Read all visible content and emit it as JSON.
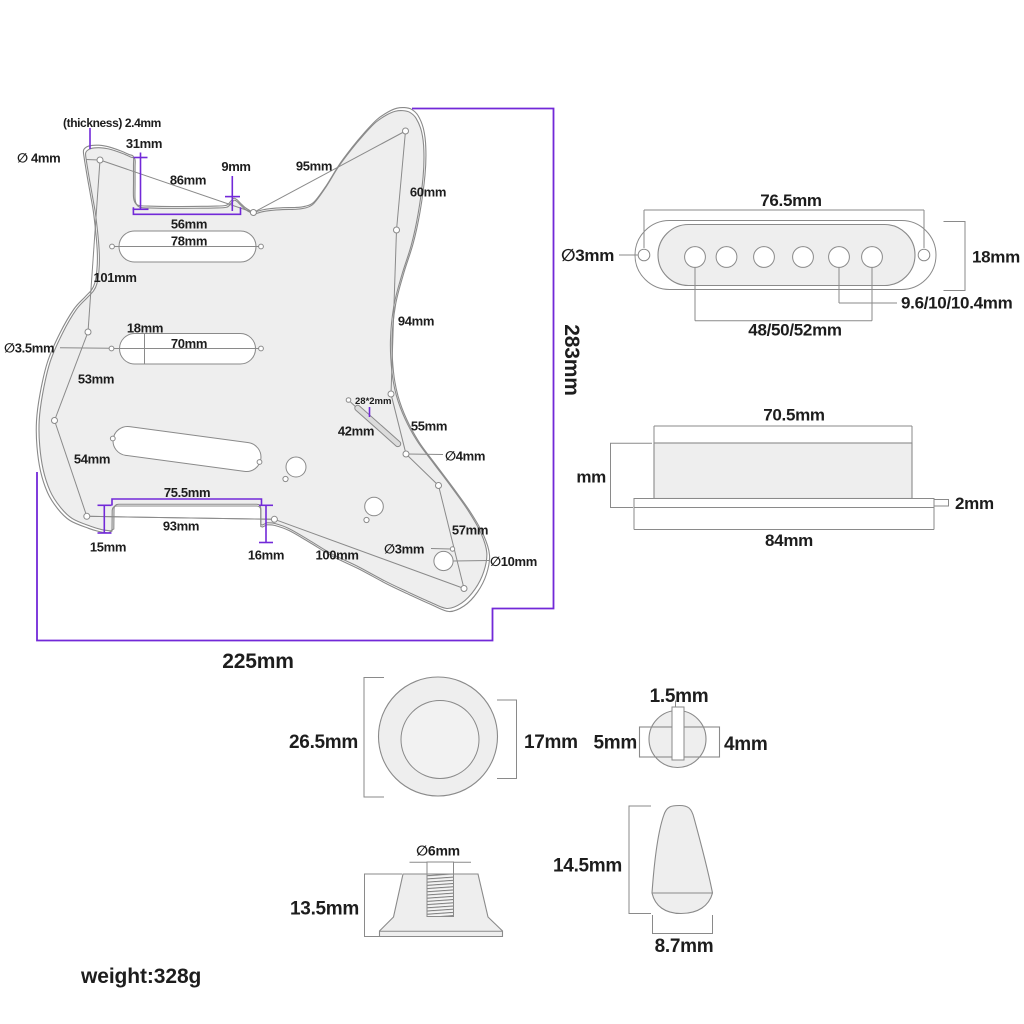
{
  "colors": {
    "purple": "#7229d8",
    "line": "#8a8a8a",
    "guard_fill": "#eeeeee",
    "inner_fill": "#f2f2f2",
    "slot_fill": "#dcdcdc",
    "ink": "#1d1d1d",
    "background": "#ffffff"
  },
  "pickguard": {
    "thickness": "(thickness) 2.4mm",
    "top_hole_dia": "∅ 4mm",
    "d31": "31mm",
    "d86": "86mm",
    "d9": "9mm",
    "d95": "95mm",
    "d60": "60mm",
    "d56": "56mm",
    "d78": "78mm",
    "d101": "101mm",
    "d94": "94mm",
    "mid_hole_dia": "∅3.5mm",
    "d18": "18mm",
    "d70": "70mm",
    "d53": "53mm",
    "d54": "54mm",
    "switch_slot": "28*2mm",
    "d42": "42mm",
    "d55": "55mm",
    "bridge_hole_dia": "∅4mm",
    "d75_5": "75.5mm",
    "d93": "93mm",
    "d15": "15mm",
    "d16": "16mm",
    "d100": "100mm",
    "d57": "57mm",
    "small_hole_dia": "∅3mm",
    "jack_hole_dia": "∅10mm",
    "total_width": "225mm",
    "total_height": "283mm"
  },
  "pickup_top_view": {
    "width": "76.5mm",
    "mount_hole_dia": "∅3mm",
    "height": "18mm",
    "pole_spacing": "9.6/10/10.4mm",
    "pole_span": "48/50/52mm"
  },
  "pickup_side_view": {
    "top_width": "70.5mm",
    "height": "mm",
    "base_width": "84mm",
    "flange_thickness": "2mm"
  },
  "knob_top_view": {
    "outer_dia": "26.5mm",
    "inner_dia": "17mm"
  },
  "switch_tip_top_view": {
    "slot_width": "1.5mm",
    "left": "5mm",
    "right": "4mm"
  },
  "knob_side_view": {
    "shaft_dia": "∅6mm",
    "height": "13.5mm"
  },
  "switch_tip_side_view": {
    "height": "14.5mm",
    "base_width": "8.7mm"
  },
  "footer": {
    "weight": "weight:328g"
  }
}
